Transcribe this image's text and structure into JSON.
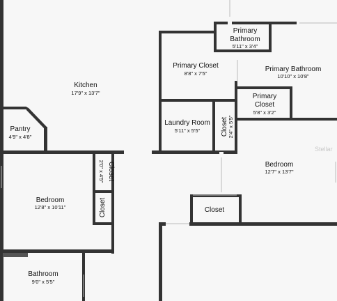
{
  "colors": {
    "wall": "#333333",
    "floor": "#f7f7f7",
    "text": "#111111",
    "watermark": "#c9c9c9"
  },
  "rooms": {
    "kitchen": {
      "name": "Kitchen",
      "dim": "17'9\" x 13'7\""
    },
    "pantry": {
      "name": "Pantry",
      "dim": "4'9\" x 4'8\""
    },
    "bedroom_left": {
      "name": "Bedroom",
      "dim": "12'8\" x 10'11\""
    },
    "closet_left_upper": {
      "name": "Closet",
      "dim": "2'0\" x 4'5\""
    },
    "closet_left_lower": {
      "name": "Closet"
    },
    "bathroom": {
      "name": "Bathroom",
      "dim": "9'0\" x 5'5\""
    },
    "primary_bathroom_small": {
      "name_line1": "Primary",
      "name_line2": "Bathroom",
      "dim": "5'11\" x 3'4\""
    },
    "primary_closet_large": {
      "name": "Primary Closet",
      "dim": "8'8\" x 7'5\""
    },
    "primary_bathroom": {
      "name": "Primary Bathroom",
      "dim": "10'10\" x 10'8\""
    },
    "primary_closet_small": {
      "name_line1": "Primary",
      "name_line2": "Closet",
      "dim": "5'8\" x 3'2\""
    },
    "laundry": {
      "name": "Laundry Room",
      "dim": "5'11\" x 5'5\""
    },
    "closet_laundry": {
      "name": "Closet",
      "dim": "2'4\" x 5'5\""
    },
    "bedroom_right": {
      "name": "Bedroom",
      "dim": "12'7\" x 13'7\""
    },
    "closet_right": {
      "name": "Closet"
    }
  },
  "watermark": "Stellar"
}
